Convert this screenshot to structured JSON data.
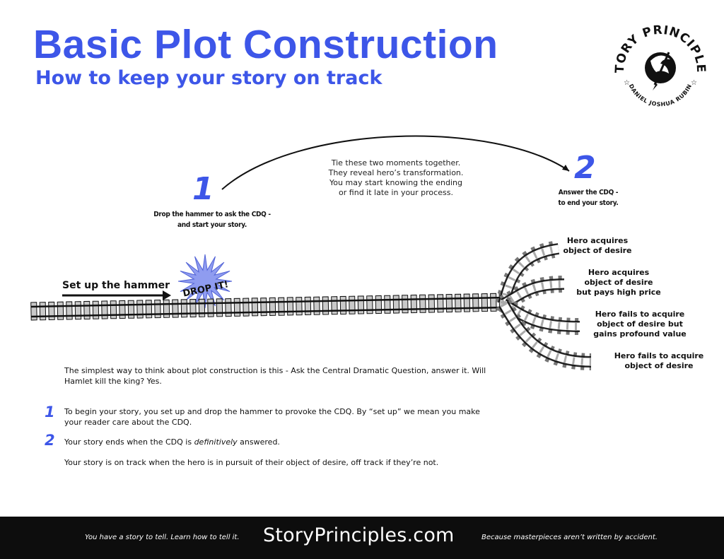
{
  "header": {
    "title": "Basic Plot Construction",
    "subtitle": "How to keep your story on track"
  },
  "logo": {
    "text": "STORY PRINCIPLES",
    "author": "DANIEL JOSHUA RUBIN",
    "emblem": "dragon-pen-icon"
  },
  "diagram": {
    "moment1": {
      "number": "1",
      "caption_line1": "Drop the hammer to ask the CDQ -",
      "caption_line2": "and start your story."
    },
    "moment2": {
      "number": "2",
      "caption_line1": "Answer the CDQ -",
      "caption_line2": "to end your story."
    },
    "arc_note": [
      "Tie these two moments together.",
      "They reveal hero’s transformation.",
      "You may start knowing the ending",
      "or find it late in your process."
    ],
    "setup_label": "Set up the hammer",
    "burst_label": "DROP IT!",
    "branches": [
      [
        "Hero acquires",
        "object of desire"
      ],
      [
        "Hero acquires",
        "object of desire",
        "but pays high price"
      ],
      [
        "Hero fails to acquire",
        "object of desire but",
        "gains profound value"
      ],
      [
        "Hero fails to acquire",
        "object of desire"
      ]
    ]
  },
  "body": {
    "intro": "The simplest way to think about plot construction is this - Ask the Central Dramatic Question, answer it.  Will Hamlet kill the king? Yes.",
    "items": [
      {
        "number": "1",
        "text": "To begin your story, you set up and drop the hammer to provoke the CDQ. By “set up” we mean you make your reader care about the CDQ."
      },
      {
        "number": "2",
        "text_before": "Your story ends when the CDQ is ",
        "text_emphasis": "definitively",
        "text_after": " answered."
      }
    ],
    "closing": "Your story is on track when the hero is in pursuit of their object of desire, off track if they’re not."
  },
  "footer": {
    "left": "You have a story to tell.  Learn how to tell it.",
    "center": "StoryPrinciples.com",
    "right": "Because masterpieces aren’t written by accident."
  },
  "colors": {
    "accent": "#3d56e8",
    "burst": "#8f9cf0",
    "footer_bg": "#0d0d0d"
  }
}
